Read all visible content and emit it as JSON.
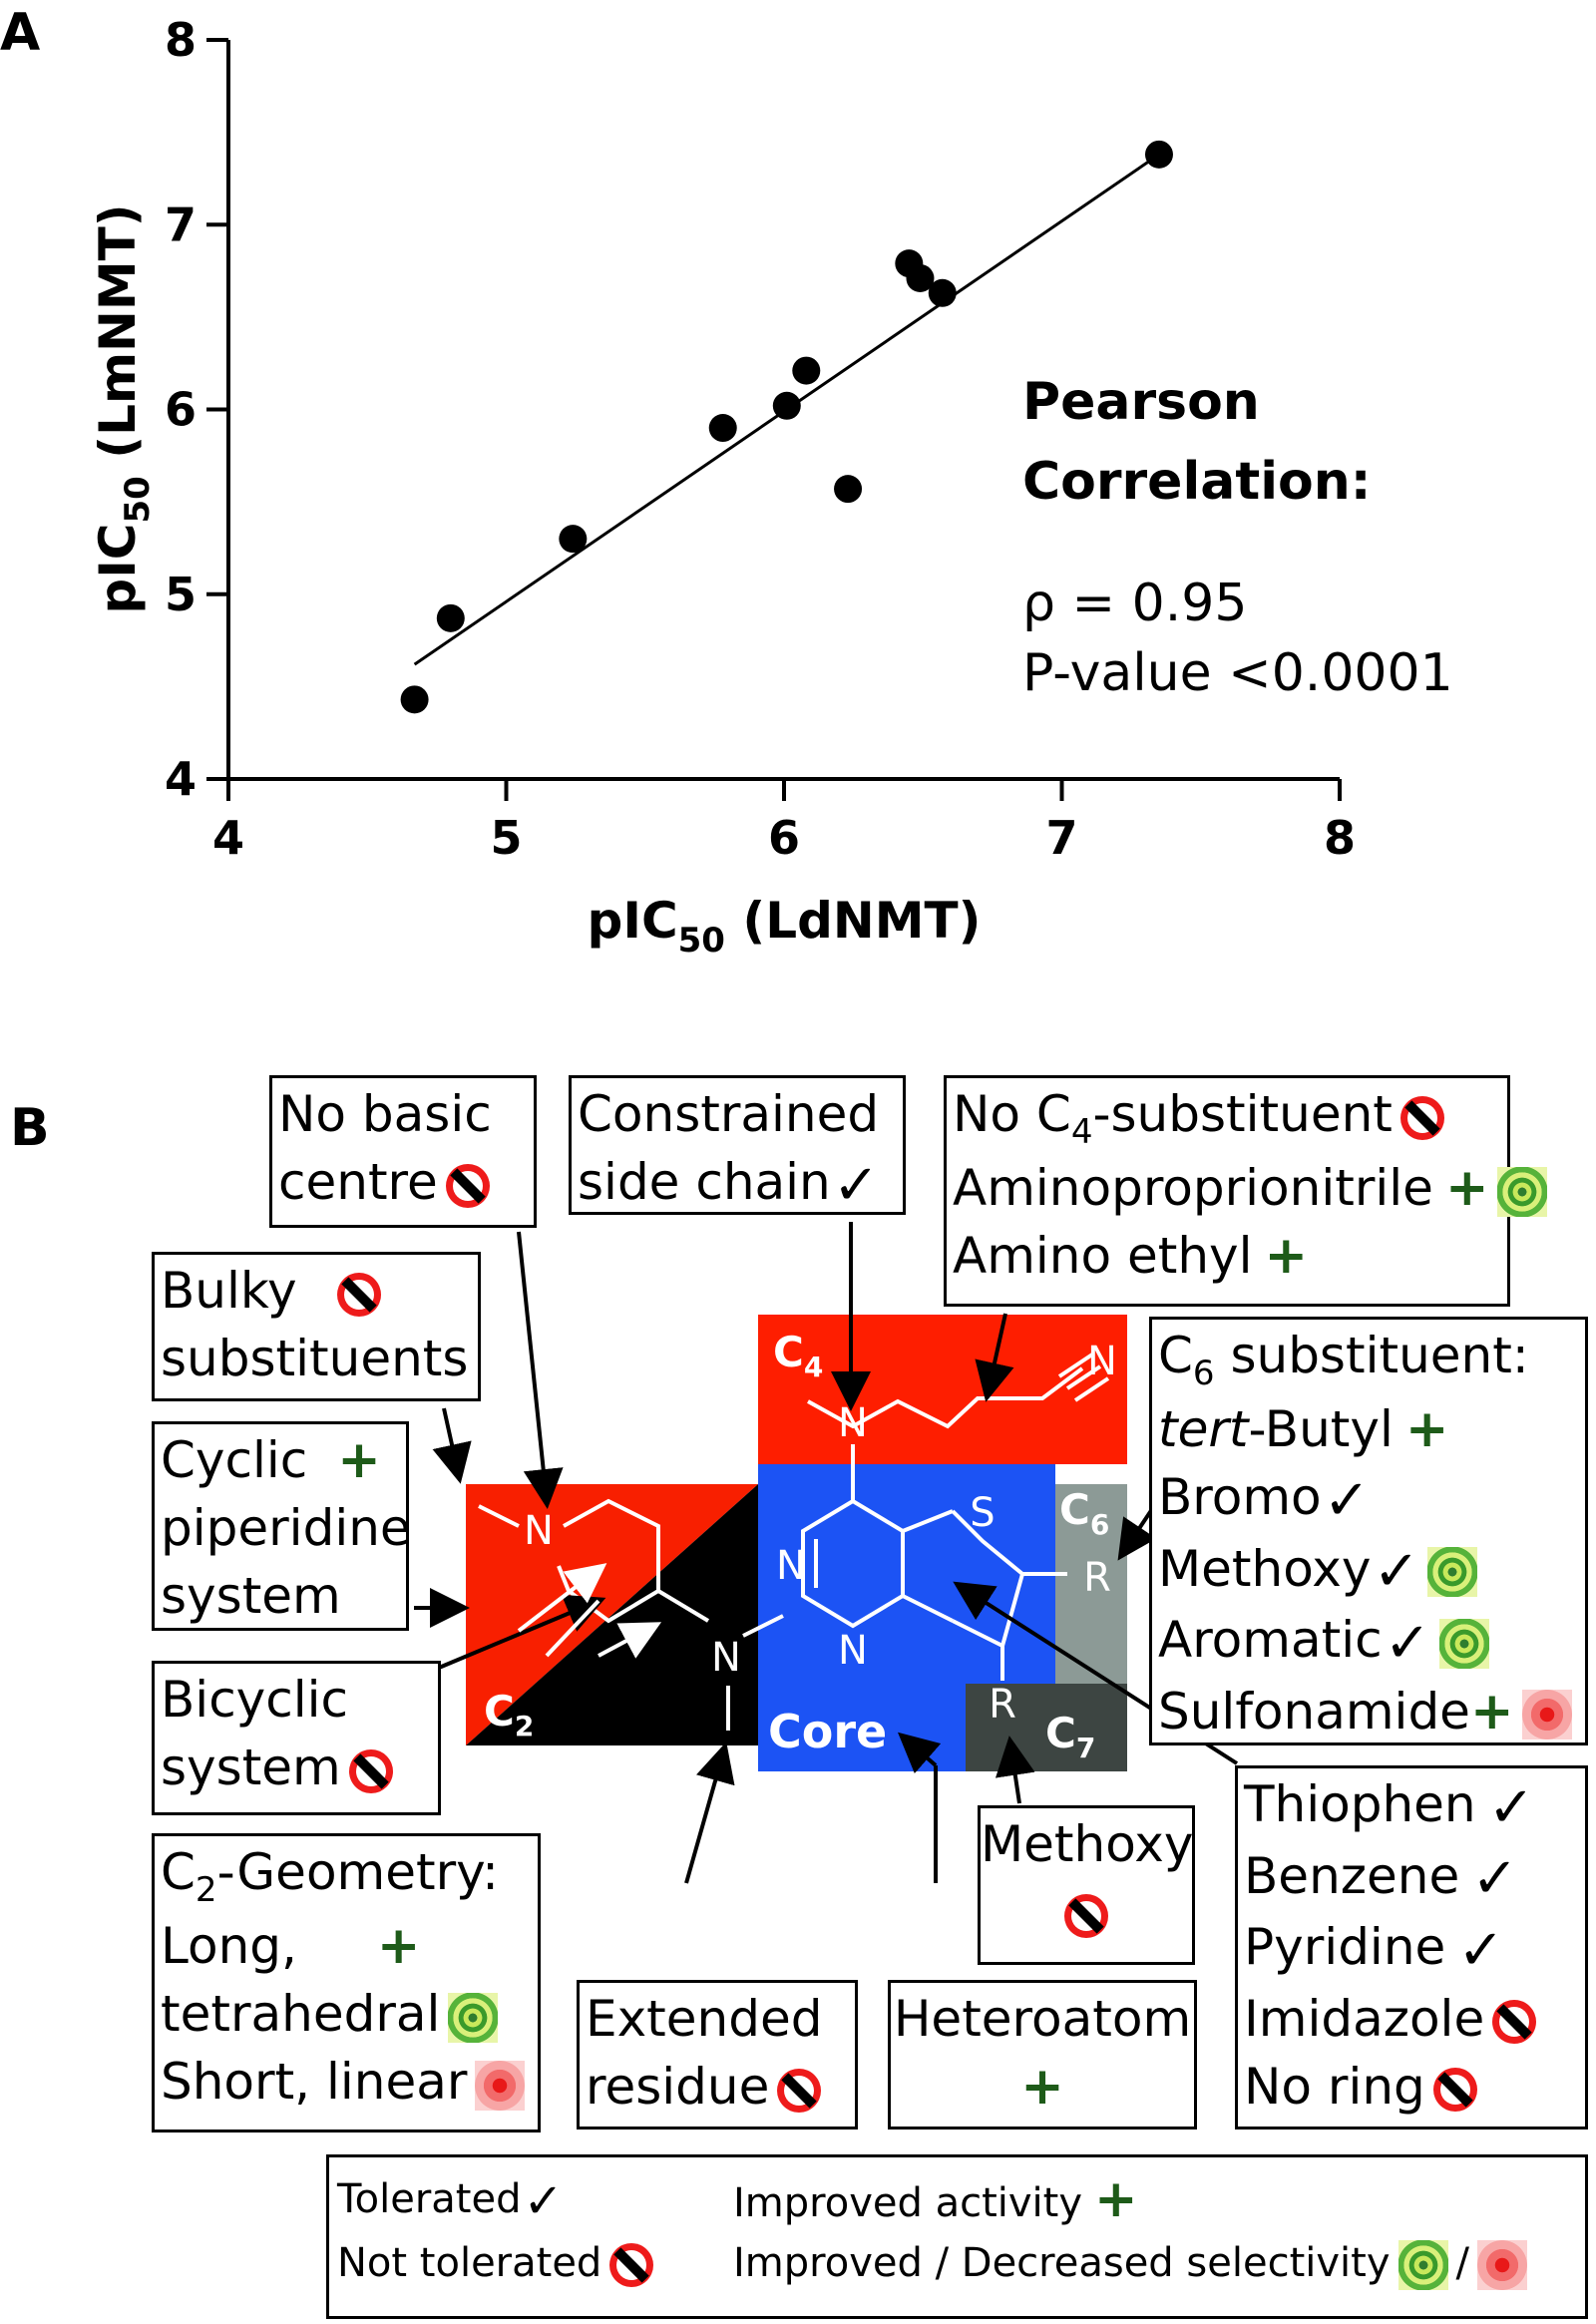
{
  "panel_a": {
    "label": "A",
    "ylabel": "pIC",
    "ylabel_sub": "50",
    "ylabel_tail": " (LmNMT)",
    "xlabel": "pIC",
    "xlabel_sub": "50",
    "xlabel_tail": " (LdNMT)",
    "stats_title_1": "Pearson",
    "stats_title_2": "Correlation:",
    "stats_rho": "ρ = 0.95",
    "stats_p": "P-value <0.0001"
  },
  "chart_data": {
    "type": "scatter",
    "xlabel": "pIC50 (LdNMT)",
    "ylabel": "pIC50 (LmNMT)",
    "xlim": [
      4,
      8
    ],
    "ylim": [
      4,
      8
    ],
    "xticks": [
      "4",
      "5",
      "6",
      "7",
      "8"
    ],
    "yticks": [
      "4",
      "5",
      "6",
      "7",
      "8"
    ],
    "grid": false,
    "points": [
      {
        "x": 4.67,
        "y": 4.43
      },
      {
        "x": 4.8,
        "y": 4.87
      },
      {
        "x": 5.24,
        "y": 5.3
      },
      {
        "x": 5.78,
        "y": 5.9
      },
      {
        "x": 6.01,
        "y": 6.02
      },
      {
        "x": 6.08,
        "y": 6.21
      },
      {
        "x": 6.23,
        "y": 5.57
      },
      {
        "x": 6.45,
        "y": 6.79
      },
      {
        "x": 6.49,
        "y": 6.71
      },
      {
        "x": 6.57,
        "y": 6.63
      },
      {
        "x": 7.35,
        "y": 7.38
      }
    ],
    "fit_line": {
      "x": [
        4.67,
        7.35
      ],
      "y": [
        4.62,
        7.38
      ]
    }
  },
  "panel_b": {
    "label": "B",
    "region_labels": {
      "c4": "C",
      "c4_sub": "4",
      "c2": "C",
      "c2_sub": "2",
      "c6": "C",
      "c6_sub": "6",
      "c7": "C",
      "c7_sub": "7",
      "core": "Core"
    },
    "atoms": {
      "n": "N",
      "s": "S",
      "r": "R"
    },
    "colors": {
      "c4": "#fe1e00",
      "c2_red": "#f81f00",
      "c2_black": "#000000",
      "core": "#1c53f4",
      "c6": "#8c9a96",
      "c7": "#3d4542",
      "plus": "#1e5b19",
      "ban": "#ee1b1b"
    },
    "boxes": {
      "no_basic": [
        "No basic",
        "centre"
      ],
      "constrained": [
        "Constrained",
        "side chain"
      ],
      "c4box": {
        "l1a": "No C",
        "l1sub": "4",
        "l1b": "-substituent",
        "l2": "Aminoproprionitrile",
        "l3": "Amino ethyl"
      },
      "bulky": [
        "Bulky",
        "substituents"
      ],
      "cyclic": [
        "Cyclic",
        "piperidine",
        "system"
      ],
      "c6box": {
        "l1a": "C",
        "l1sub": "6",
        "l1b": " substituent:",
        "l2a": "tert",
        "l2b": "-Butyl",
        "l3": "Bromo",
        "l4": "Methoxy",
        "l5": "Aromatic",
        "l6": "Sulfonamide"
      },
      "bicyclic": [
        "Bicyclic",
        "system"
      ],
      "c2geo": {
        "l1a": "C",
        "l1sub": "2",
        "l1b": "-Geometry:",
        "l2": "Long,",
        "l3": "tetrahedral",
        "l4": "Short, linear"
      },
      "extended": [
        "Extended",
        "residue"
      ],
      "heteroatom": "Heteroatom",
      "methoxy": "Methoxy",
      "rings": [
        "Thiophen",
        "Benzene",
        "Pyridine",
        "Imidazole",
        "No ring"
      ]
    },
    "legend": {
      "tolerated": "Tolerated",
      "not_tolerated": "Not tolerated",
      "improved": "Improved activity",
      "selectivity": "Improved / Decreased selectivity",
      "slash": "/"
    },
    "icons": [
      "ban-icon",
      "check-icon",
      "plus-icon",
      "selectivity-improved-icon",
      "selectivity-decreased-icon"
    ]
  }
}
